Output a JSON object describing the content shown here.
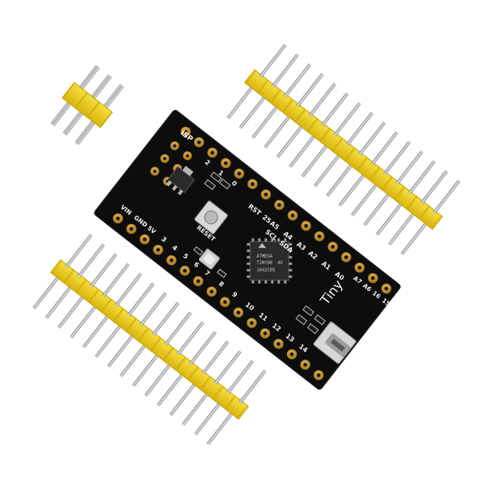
{
  "product": {
    "board_color": "#0d0d0d",
    "header_color": "#f2d11b",
    "pad_color": "#c9962b",
    "pin_color": "#b9bcc0",
    "brand_text": "Tiny",
    "chip_lines": [
      "ATMEGA",
      "TINY88",
      "AU",
      "1842CDE"
    ]
  },
  "silkscreen": {
    "isp": "ISP",
    "top_pins": [
      "2",
      "1",
      "0"
    ],
    "rst": "RST",
    "n25": "25",
    "a_top": [
      "A5",
      "A4",
      "A3"
    ],
    "scl": "SCL",
    "sda": "SDA",
    "power": [
      "VIN",
      "GND",
      "5V"
    ],
    "mid_row": [
      "A2",
      "A1",
      "A0"
    ],
    "right_row": [
      "A7",
      "A6",
      "16",
      "15"
    ],
    "reset": "RESET",
    "left_digits": [
      "3",
      "4",
      "5",
      "6",
      "7"
    ],
    "bottom_digits": [
      "8",
      "9",
      "10",
      "11",
      "12",
      "13",
      "14"
    ]
  }
}
